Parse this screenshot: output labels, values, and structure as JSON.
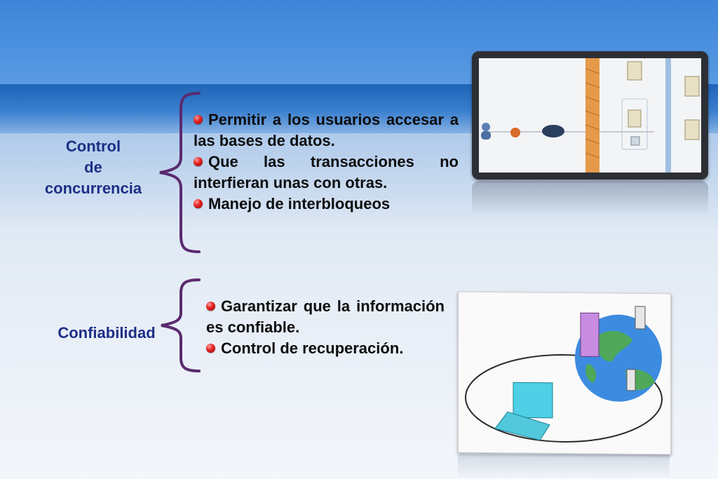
{
  "topics": {
    "concurrency": {
      "line1": "Control",
      "line2": "de",
      "line3": "concurrencia",
      "items": [
        "Permitir a los usuarios accesar a las bases de datos.",
        "Que las transacciones no interfieran unas con otras.",
        "Manejo de interbloqueos"
      ]
    },
    "reliability": {
      "label": "Confiabilidad",
      "items": [
        "Garantizar que la información es confiable.",
        "Control de recuperación."
      ]
    }
  },
  "colors": {
    "topic_text": "#1d2f86",
    "brace": "#5a2a6e",
    "bullet": "#e4201e"
  },
  "icons": {
    "bullet": "red-sphere-bullet-icon"
  }
}
